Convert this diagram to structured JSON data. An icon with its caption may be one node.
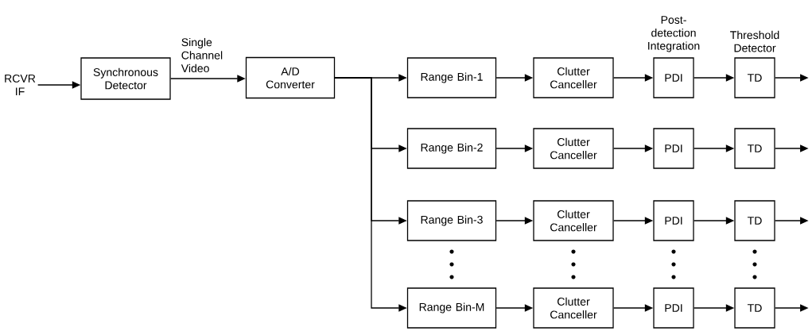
{
  "diagram": {
    "nodes": [
      {
        "text": [
          "RCVR IF"
        ]
      },
      {
        "text": [
          "Synchronous Detector"
        ]
      },
      {
        "text": [
          "A/D Converter"
        ]
      },
      {
        "text": [
          "Range Bin-1"
        ]
      },
      {
        "text": [
          "Clutter Canceller"
        ]
      },
      {
        "text": [
          "PDI"
        ],
        "beside": [
          "Post-detection Integration"
        ]
      },
      {
        "text": [
          "TD"
        ],
        "beside": [
          "Threshold Detector"
        ]
      },
      {
        "text": [
          "Range Bin-2"
        ]
      },
      {
        "text": [
          "Clutter Canceller"
        ]
      },
      {
        "text": [
          "PDI"
        ]
      },
      {
        "text": [
          "TD"
        ]
      },
      {
        "text": [
          "Range Bin-3"
        ]
      },
      {
        "text": [
          "Clutter Canceller"
        ]
      },
      {
        "text": [
          "PDI"
        ]
      },
      {
        "text": [
          "TD"
        ]
      },
      {
        "text": [
          "Range Bin-M"
        ]
      },
      {
        "text": [
          "Clutter Canceller"
        ]
      },
      {
        "text": [
          "PDI"
        ]
      },
      {
        "text": [
          "TD"
        ]
      }
    ],
    "edges": [
      {
        "from": 0,
        "to": 1,
        "arrow": "to"
      },
      {
        "from": 1,
        "to": 2,
        "arrow": "to",
        "label": "Single Channel Video"
      },
      {
        "from": 2,
        "to": 3,
        "arrow": "to"
      },
      {
        "from": 2,
        "to": 7,
        "arrow": "to"
      },
      {
        "from": 2,
        "to": 11,
        "arrow": "to"
      },
      {
        "from": 2,
        "to": 15,
        "arrow": "to"
      },
      {
        "from": 3,
        "to": 4,
        "arrow": "to"
      },
      {
        "from": 4,
        "to": 5,
        "arrow": "to"
      },
      {
        "from": 5,
        "to": 6,
        "arrow": "to"
      },
      {
        "from": 6,
        "to": null,
        "arrow": "to"
      },
      {
        "from": 7,
        "to": 8,
        "arrow": "to"
      },
      {
        "from": 8,
        "to": 9,
        "arrow": "to"
      },
      {
        "from": 9,
        "to": 10,
        "arrow": "to"
      },
      {
        "from": 10,
        "to": null,
        "arrow": "to"
      },
      {
        "from": 11,
        "to": 12,
        "arrow": "to"
      },
      {
        "from": 12,
        "to": 13,
        "arrow": "to"
      },
      {
        "from": 13,
        "to": 14,
        "arrow": "to"
      },
      {
        "from": 14,
        "to": null,
        "arrow": "to"
      },
      {
        "from": 15,
        "to": 16,
        "arrow": "to"
      },
      {
        "from": 16,
        "to": 17,
        "arrow": "to"
      },
      {
        "from": 17,
        "to": 18,
        "arrow": "to"
      },
      {
        "from": 18,
        "to": null,
        "arrow": "to"
      }
    ]
  }
}
